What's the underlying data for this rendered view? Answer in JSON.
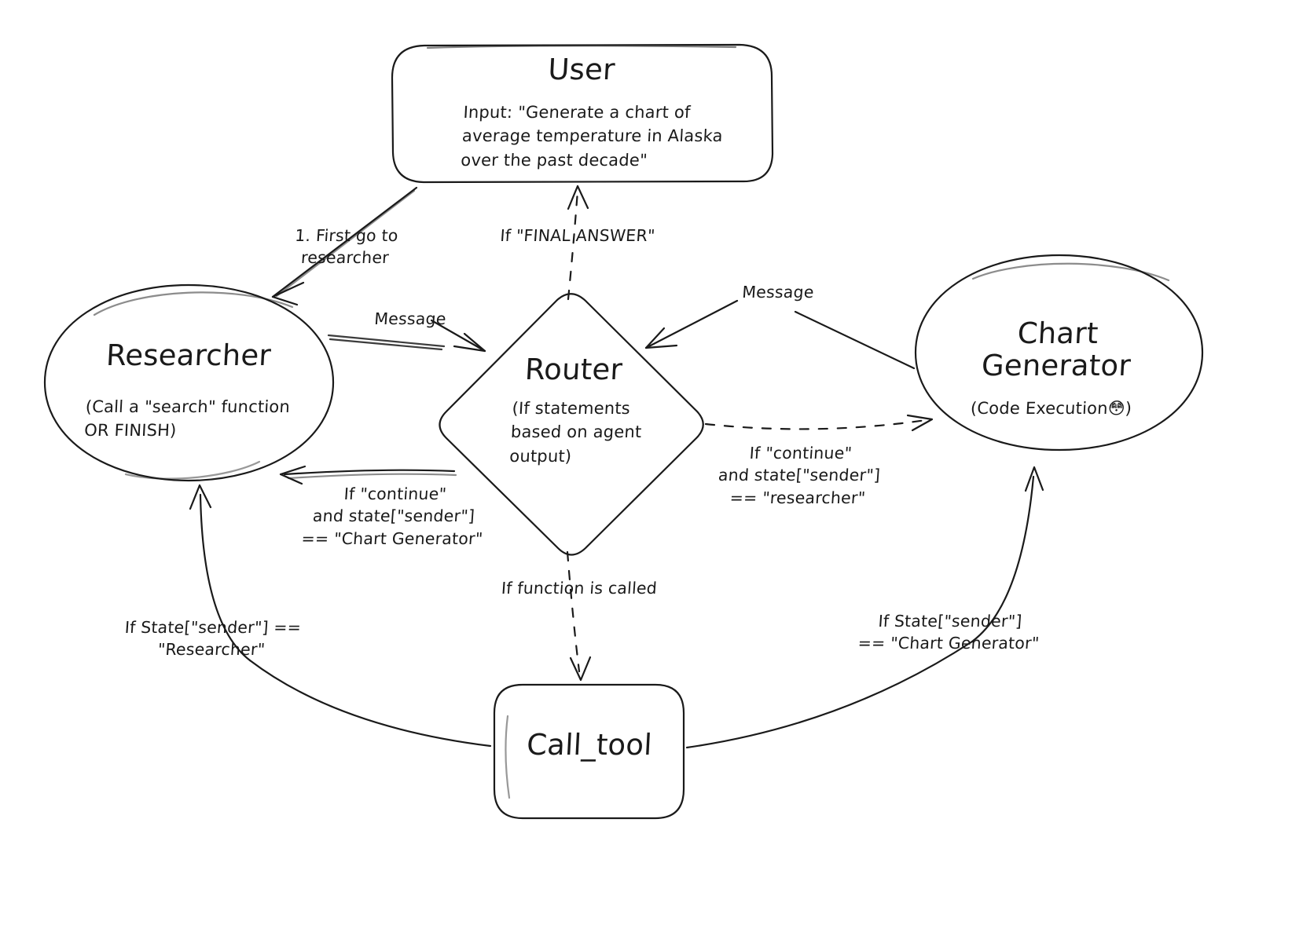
{
  "diagram": {
    "title": "Multi-agent collaboration graph",
    "style": "hand-drawn",
    "background_color": "#ffffff",
    "stroke_color": "#1a1a1a"
  },
  "nodes": {
    "user": {
      "label": "User",
      "sublabel": "Input: \"Generate a chart of average temperature in Alaska over the past decade\"",
      "shape": "rounded-rectangle"
    },
    "researcher": {
      "label": "Researcher",
      "sublabel": "(Call a \"search\" function\nOR FINISH)",
      "shape": "ellipse"
    },
    "router": {
      "label": "Router",
      "sublabel": "(If statements\nbased on agent\noutput)",
      "shape": "diamond"
    },
    "chart_generator": {
      "label": "Chart\nGenerator",
      "sublabel": "(Code Execution😳)",
      "shape": "ellipse"
    },
    "call_tool": {
      "label": "Call_tool",
      "sublabel": "",
      "shape": "rounded-rectangle"
    }
  },
  "edges": [
    {
      "id": "user-to-researcher",
      "from": "user",
      "to": "researcher",
      "label": "1. First go to\nresearcher",
      "style": "solid"
    },
    {
      "id": "router-to-user",
      "from": "router",
      "to": "user",
      "label": "If \"FINAL ANSWER\"",
      "style": "dashed"
    },
    {
      "id": "researcher-to-router",
      "from": "researcher",
      "to": "router",
      "label": "Message",
      "style": "solid"
    },
    {
      "id": "chart-to-router",
      "from": "chart_generator",
      "to": "router",
      "label": "Message",
      "style": "solid"
    },
    {
      "id": "router-to-researcher",
      "from": "router",
      "to": "researcher",
      "label": "If \"continue\"\nand state[\"sender\"]\n== \"Chart Generator\"",
      "style": "solid"
    },
    {
      "id": "router-to-chart",
      "from": "router",
      "to": "chart_generator",
      "label": "If \"continue\"\nand state[\"sender\"]\n== \"researcher\"",
      "style": "dashed"
    },
    {
      "id": "router-to-calltool",
      "from": "router",
      "to": "call_tool",
      "label": "If function is called",
      "style": "dashed"
    },
    {
      "id": "calltool-to-researcher",
      "from": "call_tool",
      "to": "researcher",
      "label": "If State[\"sender\"] ==\n\"Researcher\"",
      "style": "solid"
    },
    {
      "id": "calltool-to-chart",
      "from": "call_tool",
      "to": "chart_generator",
      "label": "If State[\"sender\"]\n== \"Chart Generator\"",
      "style": "solid"
    }
  ]
}
